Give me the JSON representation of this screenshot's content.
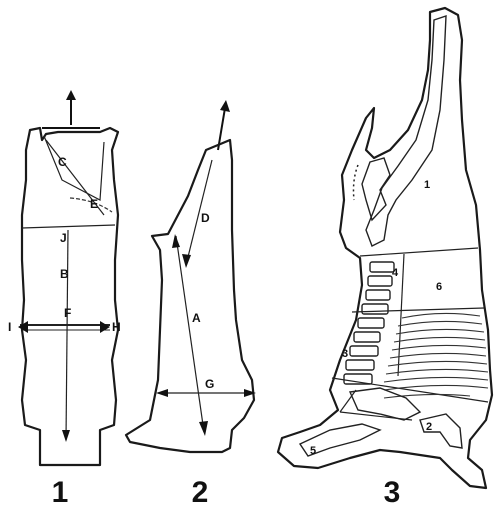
{
  "figures": [
    {
      "number": "1",
      "labels": [
        "C",
        "E",
        "J",
        "B",
        "F",
        "I",
        "H"
      ]
    },
    {
      "number": "2",
      "labels": [
        "D",
        "A",
        "G"
      ]
    },
    {
      "number": "3",
      "segments": [
        "1",
        "4",
        "6",
        "3",
        "2",
        "5"
      ]
    }
  ]
}
